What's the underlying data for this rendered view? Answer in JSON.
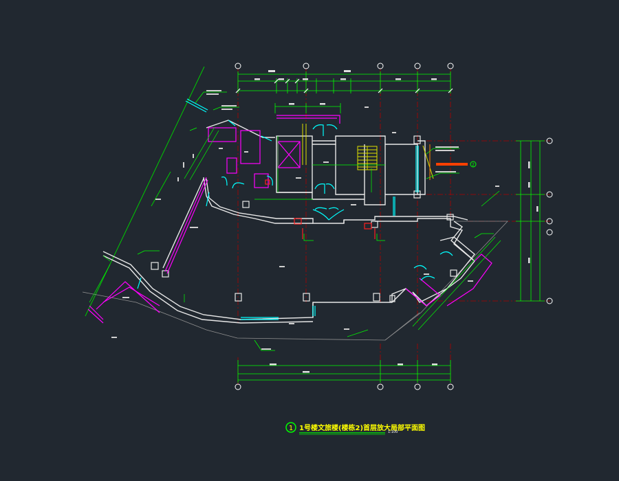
{
  "drawing": {
    "title": "1号楼文旅楼(楼栋2)首层放大局部平面图",
    "scale": "1:100",
    "drawing_number": "1",
    "detail_marker": "2"
  },
  "colors": {
    "background": "#212830",
    "wall": "#ffffff",
    "dimension": "#00ff00",
    "axis": "#cc0000",
    "door": "#00ffff",
    "fixture": "#ff00ff",
    "stair": "#ffff00",
    "callout": "#ff4000",
    "grid_bubble": "#ffffff"
  }
}
